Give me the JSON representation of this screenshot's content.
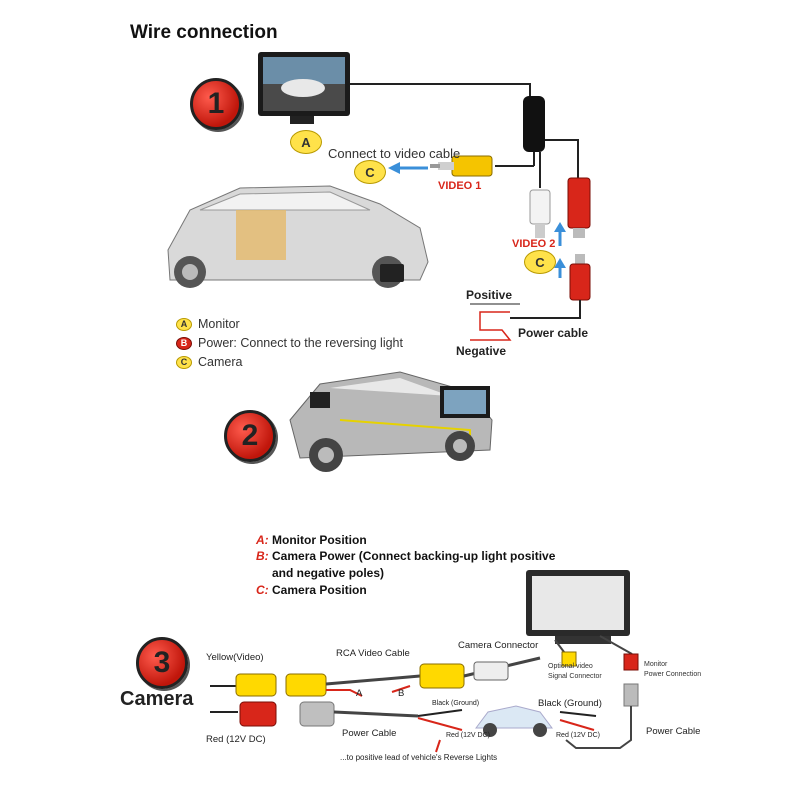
{
  "title": "Wire connection",
  "steps": [
    "1",
    "2",
    "3"
  ],
  "section1": {
    "badge_a": "A",
    "badge_c1": "C",
    "badge_c2": "C",
    "connect_video": "Connect  to video cable",
    "video1": "VIDEO 1",
    "video2": "VIDEO 2",
    "positive": "Positive",
    "negative": "Negative",
    "power_cable": "Power cable"
  },
  "legend": [
    {
      "key": "A",
      "text": "Monitor",
      "color": "#ffe24a"
    },
    {
      "key": "B",
      "text": "Power:  Connect to the reversing light",
      "color": "#d8261a"
    },
    {
      "key": "C",
      "text": "Camera",
      "color": "#ffe24a"
    }
  ],
  "abc": {
    "a_key": "A:",
    "a_text": "Monitor Position",
    "b_key": "B:",
    "b_text1": "Camera Power (Connect backing-up light positive",
    "b_text2": "and negative poles)",
    "c_key": "C:",
    "c_text": "Camera Position"
  },
  "section3": {
    "camera": "Camera",
    "yellow_video": "Yellow(Video)",
    "rca_cable": "RCA Video Cable",
    "a": "A",
    "b": "B",
    "camera_connector": "Camera Connector",
    "optional_video": "Optional video",
    "signal_connector": "Signal Connector",
    "monitor_power1": "Monitor",
    "monitor_power2": "Power Connection",
    "red_12v": "Red (12V DC)",
    "power_cable": "Power Cable",
    "black_ground1": "Black (Ground)",
    "red_12v_small1": "Red (12V DC)",
    "black_ground2": "Black (Ground)",
    "red_12v_small2": "Red (12V DC)",
    "power_cable_right": "Power Cable",
    "reverse_lights": "...to positive lead of vehicle's Reverse Lights"
  },
  "colors": {
    "red": "#d8261a",
    "yellow": "#ffe24a",
    "arrow_blue": "#3a8fd9"
  }
}
